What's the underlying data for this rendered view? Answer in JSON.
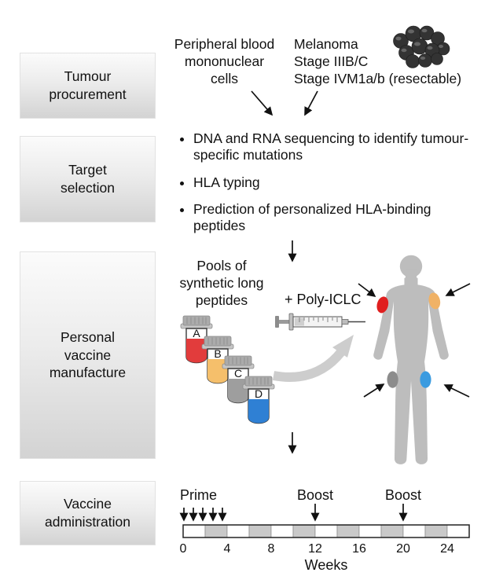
{
  "stages": [
    {
      "label": "Tumour\nprocurement"
    },
    {
      "label": "Target\nselection"
    },
    {
      "label": "Personal\nvaccine\nmanufacture"
    },
    {
      "label": "Vaccine\nadministration"
    }
  ],
  "procurement": {
    "pbmc_label": "Peripheral blood\nmononuclear\ncells",
    "tumour_label": "Melanoma\nStage IIIB/C\nStage IVM1a/b (resectable)"
  },
  "target_selection": {
    "bullets": [
      "DNA and RNA sequencing to identify tumour-specific mutations",
      "HLA typing",
      "Prediction of personalized HLA-binding peptides"
    ]
  },
  "manufacture": {
    "pools_label": "Pools of\nsynthetic long\npeptides",
    "adjuvant_label": "+ Poly-ICLC",
    "body_color": "#bdbdbd",
    "tubes": [
      {
        "letter": "A",
        "color": "#e23c3c"
      },
      {
        "letter": "B",
        "color": "#f5bf6b"
      },
      {
        "letter": "C",
        "color": "#9e9e9e"
      },
      {
        "letter": "D",
        "color": "#2f80d4"
      }
    ],
    "injection_sites": [
      {
        "name": "upper-arm-right",
        "color": "#e01f1f"
      },
      {
        "name": "upper-arm-left",
        "color": "#f0b266"
      },
      {
        "name": "thigh-right",
        "color": "#8c8c8c"
      },
      {
        "name": "thigh-left",
        "color": "#3b9be0"
      }
    ]
  },
  "timeline": {
    "prime_label": "Prime",
    "boost_labels": [
      "Boost",
      "Boost"
    ],
    "axis_label": "Weeks",
    "tick_labels": [
      "0",
      "4",
      "8",
      "12",
      "16",
      "20",
      "24"
    ]
  }
}
